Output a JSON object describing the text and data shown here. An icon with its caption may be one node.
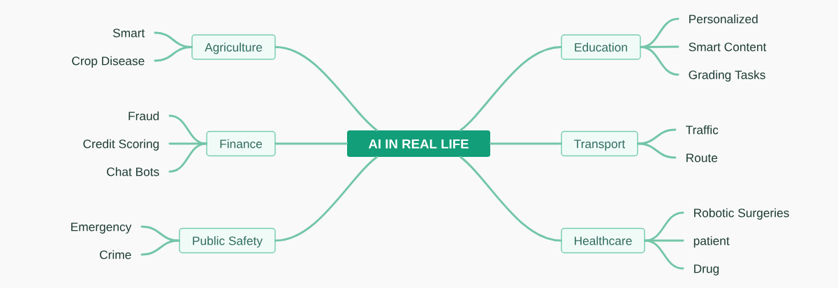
{
  "diagram": {
    "nodes": [
      {
        "text": [
          "AI IN REAL LIFE"
        ]
      },
      {
        "text": [
          "Agriculture"
        ]
      },
      {
        "text": [
          "Smart"
        ]
      },
      {
        "text": [
          "Crop Disease"
        ]
      },
      {
        "text": [
          "Finance"
        ]
      },
      {
        "text": [
          "Fraud"
        ]
      },
      {
        "text": [
          "Credit Scoring"
        ]
      },
      {
        "text": [
          "Chat Bots"
        ]
      },
      {
        "text": [
          "Public Safety"
        ]
      },
      {
        "text": [
          "Emergency"
        ]
      },
      {
        "text": [
          "Crime"
        ]
      },
      {
        "text": [
          "Education"
        ]
      },
      {
        "text": [
          "Personalized"
        ]
      },
      {
        "text": [
          "Smart Content"
        ]
      },
      {
        "text": [
          "Grading Tasks"
        ]
      },
      {
        "text": [
          "Transport"
        ]
      },
      {
        "text": [
          "Traffic"
        ]
      },
      {
        "text": [
          "Route"
        ]
      },
      {
        "text": [
          "Healthcare"
        ]
      },
      {
        "text": [
          "Robotic Surgeries"
        ]
      },
      {
        "text": [
          "patient"
        ]
      },
      {
        "text": [
          "Drug"
        ]
      }
    ],
    "edges": [
      {
        "from": 0,
        "to": 1,
        "arrow": "none"
      },
      {
        "from": 1,
        "to": 2,
        "arrow": "none"
      },
      {
        "from": 1,
        "to": 3,
        "arrow": "none"
      },
      {
        "from": 0,
        "to": 4,
        "arrow": "none"
      },
      {
        "from": 4,
        "to": 5,
        "arrow": "none"
      },
      {
        "from": 4,
        "to": 6,
        "arrow": "none"
      },
      {
        "from": 4,
        "to": 7,
        "arrow": "none"
      },
      {
        "from": 0,
        "to": 8,
        "arrow": "none"
      },
      {
        "from": 8,
        "to": 9,
        "arrow": "none"
      },
      {
        "from": 8,
        "to": 10,
        "arrow": "none"
      },
      {
        "from": 0,
        "to": 11,
        "arrow": "none"
      },
      {
        "from": 11,
        "to": 12,
        "arrow": "none"
      },
      {
        "from": 11,
        "to": 13,
        "arrow": "none"
      },
      {
        "from": 11,
        "to": 14,
        "arrow": "none"
      },
      {
        "from": 0,
        "to": 15,
        "arrow": "none"
      },
      {
        "from": 15,
        "to": 16,
        "arrow": "none"
      },
      {
        "from": 15,
        "to": 17,
        "arrow": "none"
      },
      {
        "from": 0,
        "to": 18,
        "arrow": "none"
      },
      {
        "from": 18,
        "to": 19,
        "arrow": "none"
      },
      {
        "from": 18,
        "to": 20,
        "arrow": "none"
      },
      {
        "from": 18,
        "to": 21,
        "arrow": "none"
      }
    ]
  }
}
